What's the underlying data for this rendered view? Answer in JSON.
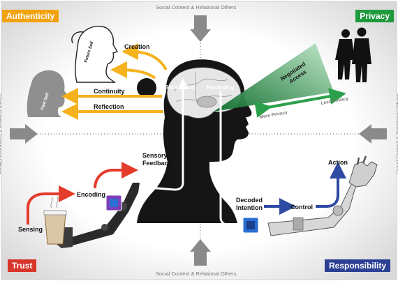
{
  "corners": {
    "authenticity": "Authenticity",
    "privacy": "Privacy",
    "trust": "Trust",
    "responsibility": "Responsibility"
  },
  "context_label": "Social Context & Relational Others",
  "labels": {
    "creation": "Creation",
    "continuity": "Continuity",
    "reflection": "Reflection",
    "future_self": "Future Self",
    "past_self": "Past Self",
    "stimulation": "Stimulation",
    "recording": "Recording",
    "negotiated_access_1": "Negotiated",
    "negotiated_access_2": "Access",
    "more_privacy": "More Privacy",
    "less_privacy": "Less Privacy",
    "sensory_feedback_1": "Sensory",
    "sensory_feedback_2": "Feedback",
    "encoding": "Encoding",
    "sensing": "Sensing",
    "decoded_intention_1": "Decoded",
    "decoded_intention_2": "Intention",
    "control": "Control",
    "action": "Action"
  },
  "colors": {
    "authenticity": "#f2a20d",
    "privacy": "#1f9a3c",
    "trust": "#d8352a",
    "responsibility": "#2b3f93"
  }
}
